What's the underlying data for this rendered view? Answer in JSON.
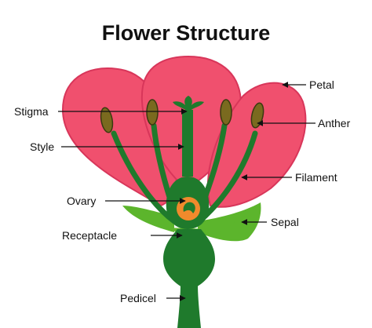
{
  "title": "Flower Structure",
  "labels": {
    "petal": "Petal",
    "anther": "Anther",
    "filament": "Filament",
    "sepal": "Sepal",
    "stigma": "Stigma",
    "style": "Style",
    "ovary": "Ovary",
    "receptacle": "Receptacle",
    "pedicel": "Pedicel"
  },
  "colors": {
    "petal": "#f0506e",
    "petal_edge": "#d8365a",
    "pistil_green": "#1f7a2c",
    "sepal_green": "#5cb52c",
    "anther": "#7a6a1f",
    "ovule": "#f08a2c",
    "text": "#111111"
  }
}
